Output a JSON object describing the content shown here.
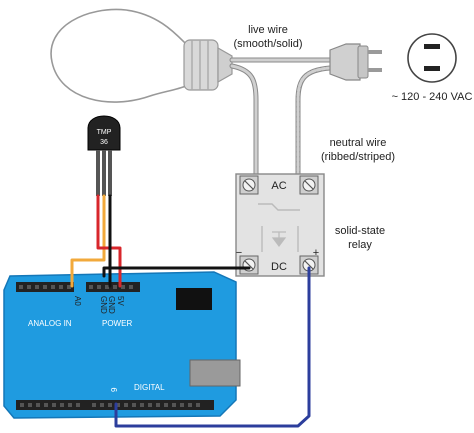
{
  "labels": {
    "live_wire_line1": "live wire",
    "live_wire_line2": "(smooth/solid)",
    "neutral_wire_line1": "neutral wire",
    "neutral_wire_line2": "(ribbed/striped)",
    "voltage": "~ 120 - 240 VAC",
    "relay_line1": "solid-state",
    "relay_line2": "relay",
    "relay_ac": "AC",
    "relay_dc": "DC",
    "relay_minus": "−",
    "relay_plus": "+",
    "tmp_line1": "TMP",
    "tmp_line2": "36",
    "pin_a0": "A0",
    "pin_gnd1": "GND",
    "pin_gnd2": "GND",
    "pin_5v": "5V",
    "pin_9": "9",
    "analog_in": "ANALOG IN",
    "power": "POWER",
    "digital": "DIGITAL"
  },
  "colors": {
    "arduino_board": "#1f9be0",
    "arduino_edge": "#1477b8",
    "header": "#222222",
    "wire_gray": "#bdbdbd",
    "wire_gray_dark": "#8a8a8a",
    "wire_orange": "#f2a93b",
    "wire_red": "#d8262b",
    "wire_black": "#111111",
    "wire_blue": "#2c3e9c",
    "relay_body": "#e3e3e3",
    "bulb": "#ffffff"
  }
}
